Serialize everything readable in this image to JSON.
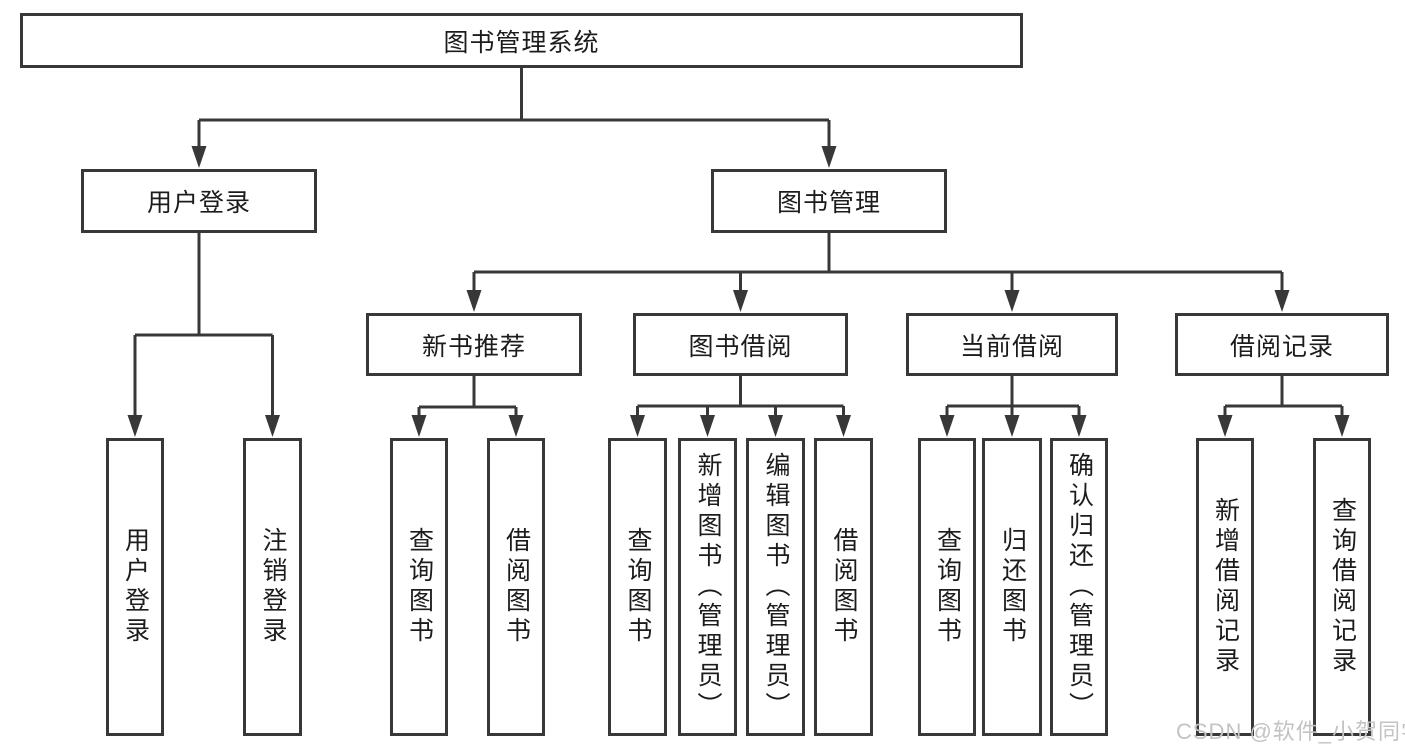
{
  "nodes": {
    "root": {
      "label": "图书管理系统"
    },
    "user_login": {
      "label": "用户登录",
      "children": [
        {
          "label": "用户登录"
        },
        {
          "label": "注销登录"
        }
      ]
    },
    "book_mgmt": {
      "label": "图书管理",
      "children": [
        {
          "label": "新书推荐",
          "children": [
            {
              "label": "查询图书"
            },
            {
              "label": "借阅图书"
            }
          ]
        },
        {
          "label": "图书借阅",
          "children": [
            {
              "label": "查询图书"
            },
            {
              "label": "新增图书（管理员）"
            },
            {
              "label": "编辑图书（管理员）"
            },
            {
              "label": "借阅图书"
            }
          ]
        },
        {
          "label": "当前借阅",
          "children": [
            {
              "label": "查询图书"
            },
            {
              "label": "归还图书"
            },
            {
              "label": "确认归还（管理员）"
            }
          ]
        },
        {
          "label": "借阅记录",
          "children": [
            {
              "label": "新增借阅记录"
            },
            {
              "label": "查询借阅记录"
            }
          ]
        }
      ]
    }
  },
  "watermark": {
    "text": "CSDN @软件_小贺同学"
  },
  "colors": {
    "line": "#383838",
    "text": "#1c1c1c",
    "watermark": "#c3c3c3"
  }
}
